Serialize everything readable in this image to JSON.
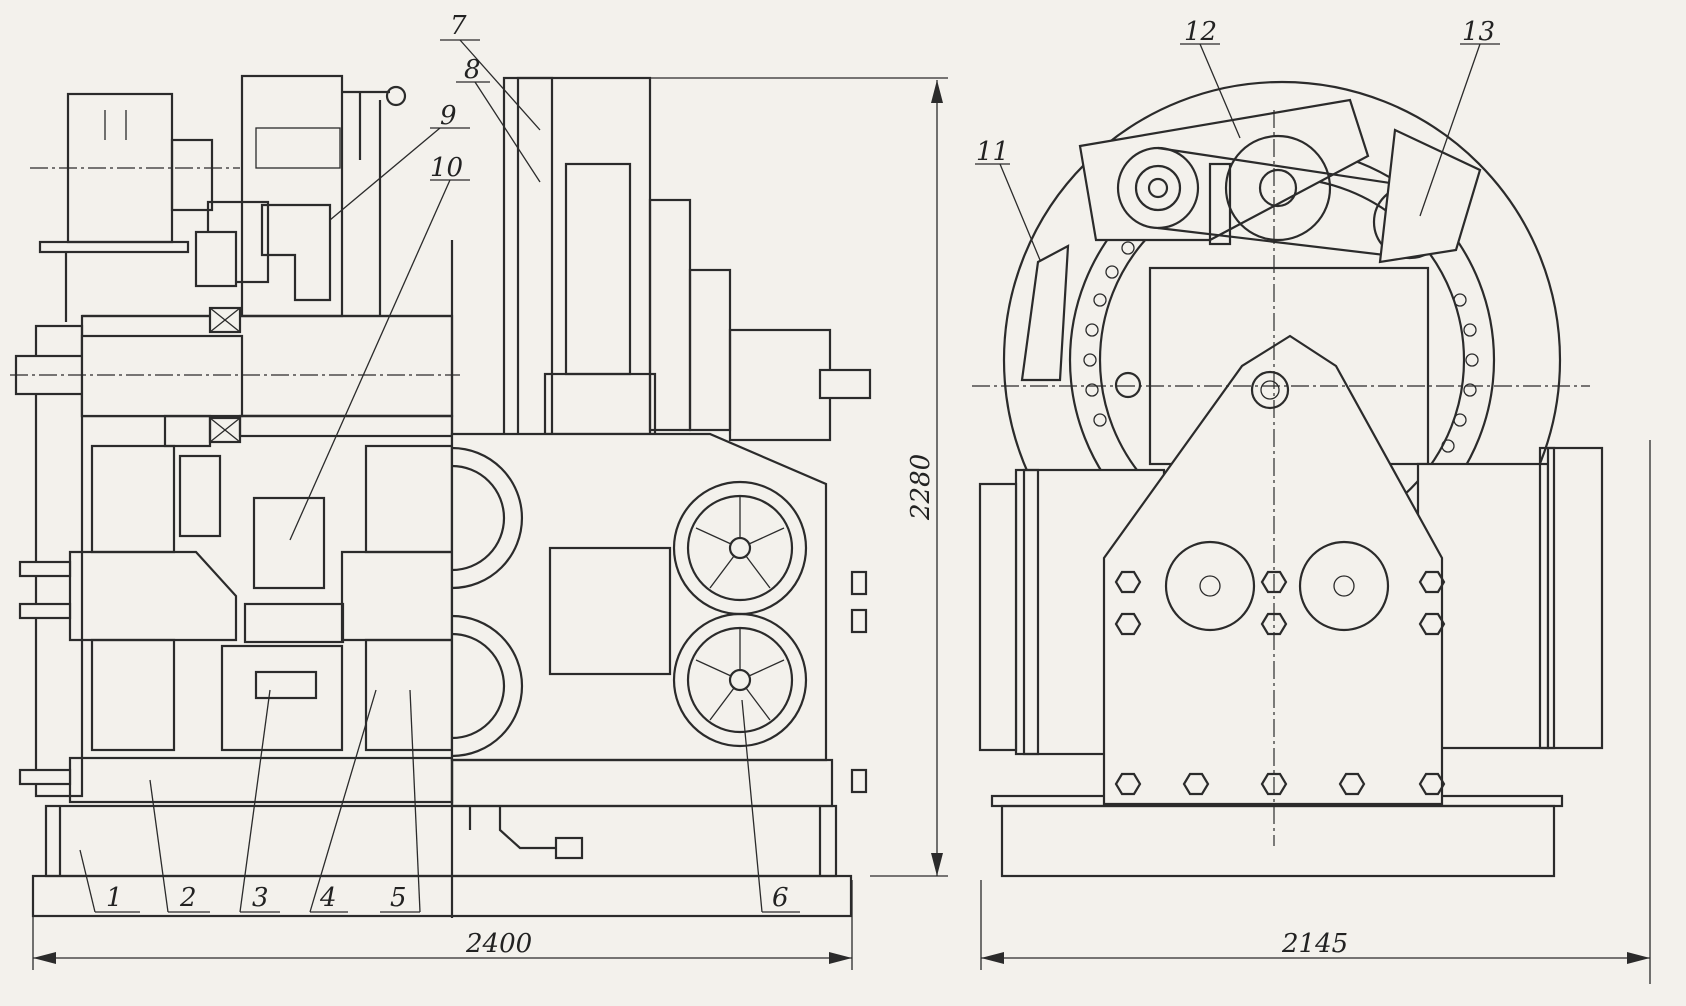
{
  "callouts": [
    "1",
    "2",
    "3",
    "4",
    "5",
    "6",
    "7",
    "8",
    "9",
    "10",
    "11",
    "12",
    "13"
  ],
  "dimensions": {
    "width_side": "2400",
    "width_end": "2145",
    "height": "2280"
  }
}
